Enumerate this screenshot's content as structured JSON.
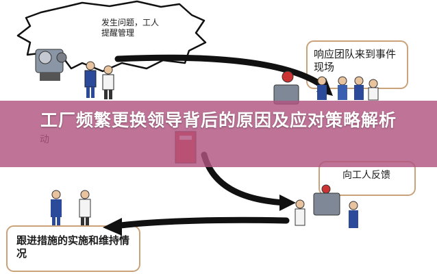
{
  "diagram": {
    "bubble_text": "发生问题，工人提醒管理",
    "box_top_right_text": "响应团队来到事件现场",
    "box_mid_right_text": "向工人反馈",
    "box_bottom_left_text": "跟进措施的实施和维持情况",
    "partial_left_text": "动"
  },
  "banner": {
    "title": "工厂频繁更换领导背后的原因及应对策略解析"
  },
  "colors": {
    "banner_bg": "#b05480",
    "arrow": "#111111",
    "box_border": "#c9a27a"
  }
}
